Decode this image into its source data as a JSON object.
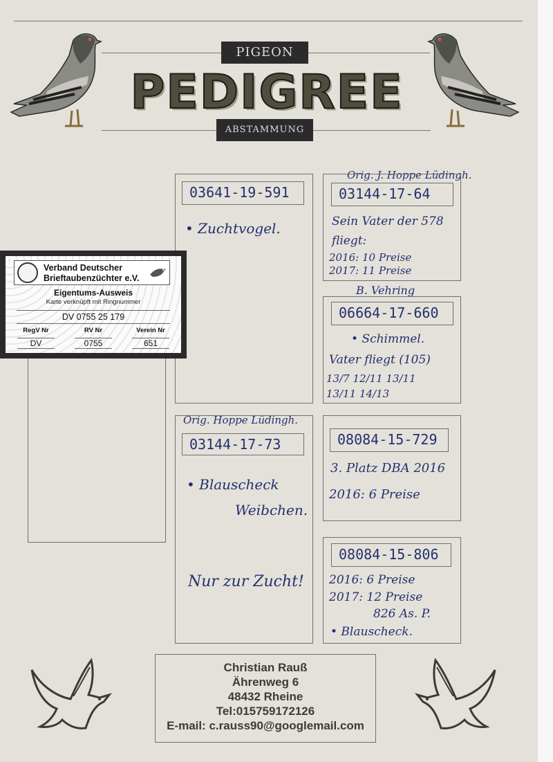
{
  "header": {
    "top_label": "PIGEON",
    "title": "PEDIGREE",
    "bottom_label": "ABSTAMMUNG"
  },
  "subject": {
    "ring": "03641-19-591",
    "notes": [
      "• Zuchtvogel."
    ]
  },
  "sire": {
    "ring": "03144-17-73",
    "origin": "Orig. Hoppe Lüdingh.",
    "notes": [
      "• Blauscheck",
      "Weibchen.",
      "Nur zur Zucht!"
    ]
  },
  "ancestors": [
    {
      "origin": "Orig. J. Hoppe Lüdingh.",
      "ring": "03144-17-64",
      "notes": [
        "Sein Vater der 578",
        "fliegt:",
        "2016: 10 Preise",
        "2017: 11 Preise"
      ]
    },
    {
      "origin": "B. Vehring",
      "ring": "06664-17-660",
      "notes": [
        "• Schimmel.",
        "Vater fliegt (105)",
        "13/7   12/11   13/11",
        "13/11   14/13"
      ]
    },
    {
      "ring": "08084-15-729",
      "notes": [
        "3. Platz DBA 2016",
        "2016: 6 Preise"
      ]
    },
    {
      "ring": "08084-15-806",
      "notes": [
        "2016: 6 Preise",
        "2017: 12 Preise",
        "826 As. P.",
        "• Blauscheck."
      ]
    }
  ],
  "card": {
    "org_line1": "Verband Deutscher",
    "org_line2": "Brieftaubenzüchter e.V.",
    "title": "Eigentums-Ausweis",
    "subtitle": "Karte verknüpft mit Ringnummer",
    "number": "DV 0755 25 179",
    "columns": [
      {
        "label": "RegV Nr",
        "value": "DV"
      },
      {
        "label": "RV Nr",
        "value": "0755"
      },
      {
        "label": "Verein Nr",
        "value": "651"
      }
    ]
  },
  "owner": {
    "name": "Christian Rauß",
    "street": "Ährenweg 6",
    "city": "48432 Rheine",
    "phone": "Tel:015759172126",
    "email": "E-mail: c.rauss90@googlemail.com"
  },
  "colors": {
    "ink": "#23306f",
    "paper": "#e4e1da",
    "dark": "#2b2b2b"
  }
}
